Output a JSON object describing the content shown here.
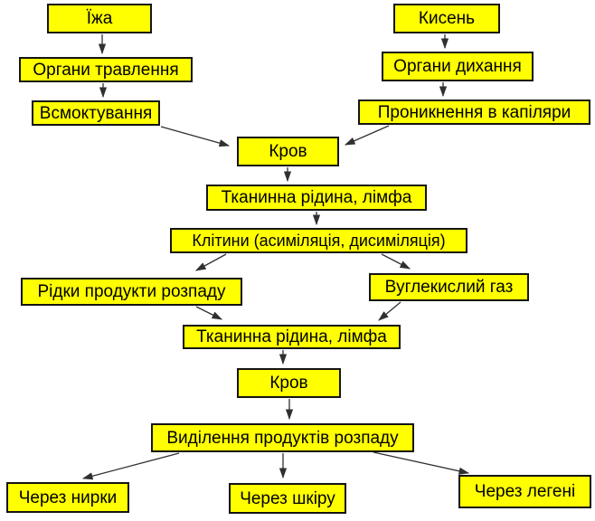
{
  "diagram": {
    "type": "flowchart",
    "language": "uk",
    "topic": "Обмін речовин: шлях їжі та кисню в організмі",
    "nodes": {
      "food": {
        "label": "Їжа"
      },
      "oxygen": {
        "label": "Кисень"
      },
      "digestive_organs": {
        "label": "Органи травлення"
      },
      "respiratory_organs": {
        "label": "Органи дихання"
      },
      "absorption": {
        "label": "Всмоктування"
      },
      "capillary_penetration": {
        "label": "Проникнення в капіляри"
      },
      "blood_1": {
        "label": "Кров"
      },
      "tissue_fluid_1": {
        "label": "Тканинна рідина, лімфа"
      },
      "cells": {
        "label": "Клітини (асиміляція, дисиміляція)"
      },
      "liquid_decay_products": {
        "label": "Рідки продукти розпаду"
      },
      "carbon_dioxide": {
        "label": "Вуглекислий газ"
      },
      "tissue_fluid_2": {
        "label": "Тканинна рідина, лімфа"
      },
      "blood_2": {
        "label": "Кров"
      },
      "excretion": {
        "label": "Виділення продуктів розпаду"
      },
      "via_kidneys": {
        "label": "Через нирки"
      },
      "via_skin": {
        "label": "Через шкіру"
      },
      "via_lungs": {
        "label": "Через легені"
      }
    },
    "edges": [
      {
        "from": "food",
        "to": "digestive_organs"
      },
      {
        "from": "digestive_organs",
        "to": "absorption"
      },
      {
        "from": "oxygen",
        "to": "respiratory_organs"
      },
      {
        "from": "respiratory_organs",
        "to": "capillary_penetration"
      },
      {
        "from": "absorption",
        "to": "blood_1"
      },
      {
        "from": "capillary_penetration",
        "to": "blood_1"
      },
      {
        "from": "blood_1",
        "to": "tissue_fluid_1"
      },
      {
        "from": "tissue_fluid_1",
        "to": "cells"
      },
      {
        "from": "cells",
        "to": "liquid_decay_products"
      },
      {
        "from": "cells",
        "to": "carbon_dioxide"
      },
      {
        "from": "liquid_decay_products",
        "to": "tissue_fluid_2"
      },
      {
        "from": "carbon_dioxide",
        "to": "tissue_fluid_2"
      },
      {
        "from": "tissue_fluid_2",
        "to": "blood_2"
      },
      {
        "from": "blood_2",
        "to": "excretion"
      },
      {
        "from": "excretion",
        "to": "via_kidneys"
      },
      {
        "from": "excretion",
        "to": "via_skin"
      },
      {
        "from": "excretion",
        "to": "via_lungs"
      }
    ],
    "colors": {
      "node_fill": "#FFFF00",
      "node_border": "#141414",
      "arrow": "#303030",
      "text": "#000000",
      "background": "#FFFFFF"
    }
  }
}
